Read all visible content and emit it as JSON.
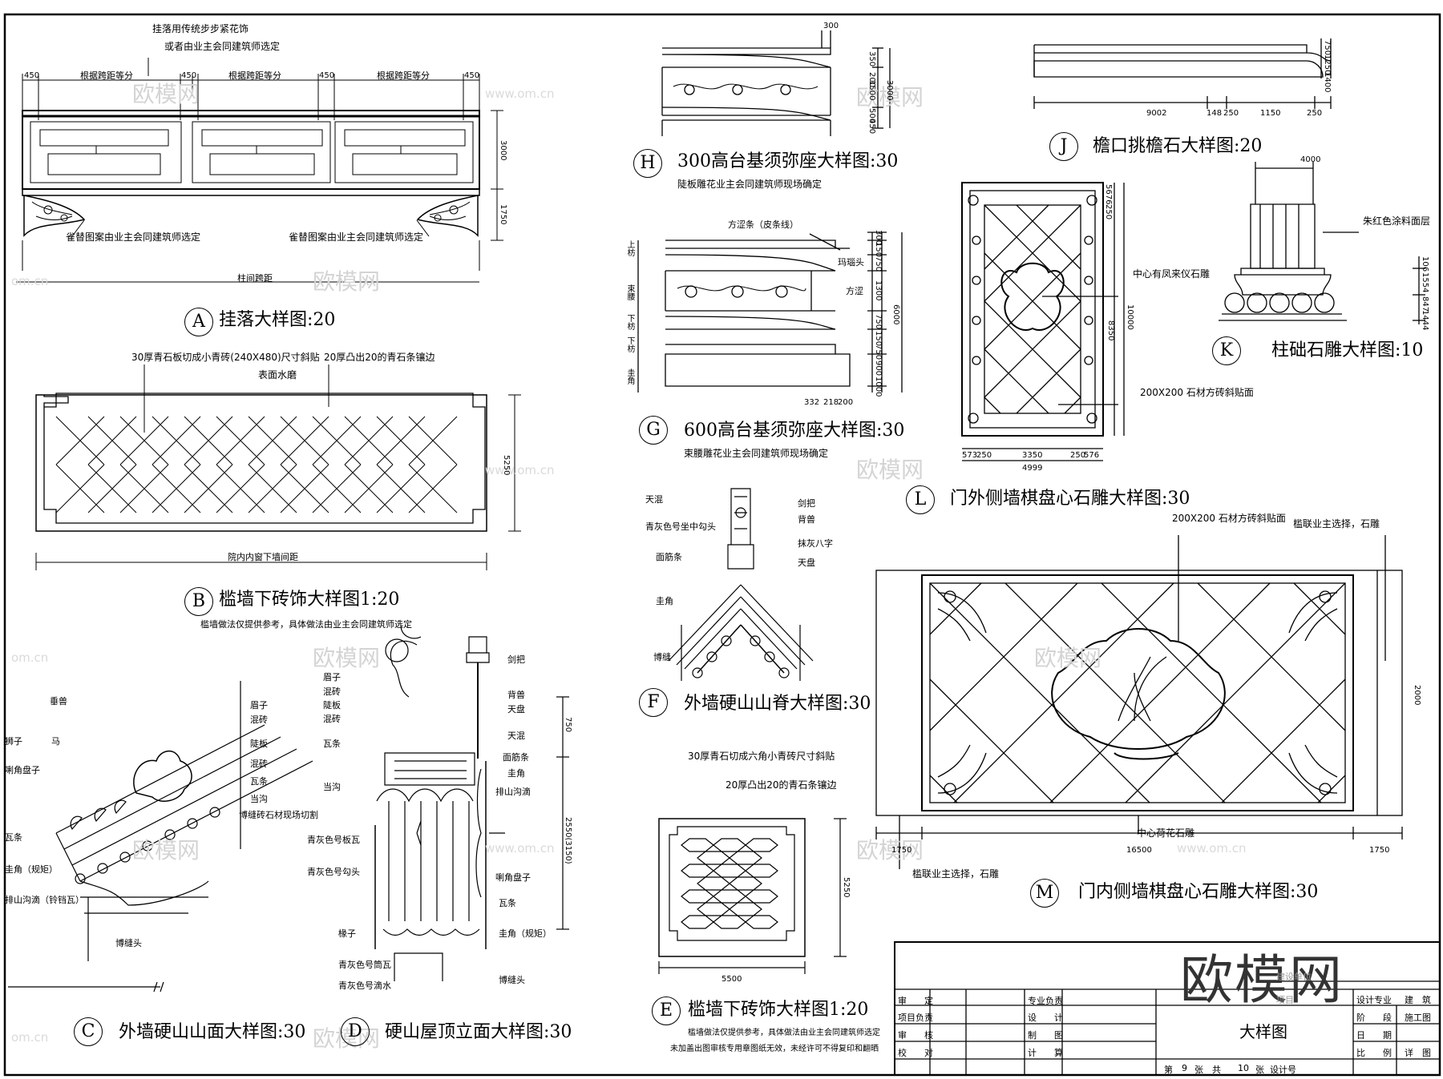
{
  "watermarks": {
    "brand": "欧模网",
    "url": "www.om.cn",
    "url2": "om.cn",
    "stamp": "欧模网"
  },
  "A": {
    "letter": "A",
    "title": "挂落大样图:20",
    "note1": "挂落用传统步步紧花饰",
    "note2": "或者由业主会同建筑师选定",
    "d450": "450",
    "spacing": "根据跨距等分",
    "d3000": "3000",
    "d1750": "1750",
    "queti": "雀替图案由业主会同建筑师选定",
    "span": "柱间跨距"
  },
  "B": {
    "letter": "B",
    "title": "槛墙下砖饰大样图1:20",
    "note1": "30厚青石板切成小青砖(240X480)尺寸斜贴",
    "note2": "表面水磨",
    "note3": "20厚凸出20的青石条镶边",
    "d5250": "5250",
    "width": "院内内窗下墙间距",
    "remark": "槛墙做法仅提供参考，具体做法由业主会同建筑师选定"
  },
  "C": {
    "letter": "C",
    "title": "外墙硬山山面大样图:30",
    "labels": [
      "垂兽",
      "狮子",
      "马",
      "唎角盘子",
      "瓦条",
      "圭角（规矩）",
      "排山沟滴（铃铛瓦）",
      "博缝头"
    ],
    "right": [
      "眉子",
      "混砖",
      "陡板",
      "混砖",
      "瓦条",
      "当沟",
      "博缝砖石材现场切割"
    ]
  },
  "D": {
    "letter": "D",
    "title": "硬山屋顶立面大样图:30",
    "left": [
      "眉子",
      "混砖",
      "陡板",
      "混砖",
      "瓦条",
      "当沟",
      "青灰色号板瓦",
      "青灰色号勾头",
      "椽子",
      "青灰色号筒瓦",
      "青灰色号滴水"
    ],
    "right": [
      "剑把",
      "背兽",
      "天盘",
      "天混",
      "面筋条",
      "圭角",
      "排山沟滴",
      "唎角盘子",
      "瓦条",
      "圭角（规矩）",
      "博缝头"
    ],
    "d750": "750",
    "d2550": "2550(3150)"
  },
  "E": {
    "letter": "E",
    "title": "槛墙下砖饰大样图1:20",
    "note1": "30厚青石切成六角小青砖尺寸斜贴",
    "note2": "20厚凸出20的青石条镶边",
    "d5250": "5250",
    "d5500": "5500",
    "remark": "槛墙做法仅提供参考，具体做法由业主会同建筑师选定"
  },
  "F": {
    "letter": "F",
    "title": "外墙硬山山脊大样图:30",
    "left": [
      "天混",
      "青灰色号坐中勾头",
      "面筋条",
      "圭角",
      "博缝"
    ],
    "right": [
      "剑把",
      "背兽",
      "抹灰八字",
      "天盘"
    ]
  },
  "G": {
    "letter": "G",
    "title": "600高台基须弥座大样图:30",
    "sub": "束腰雕花业主会同建筑师现场确定",
    "labels": [
      "方涩条（皮条线）",
      "玛瑙头",
      "方涩"
    ],
    "left": [
      "上枋",
      "束腰",
      "下枋",
      "下枋",
      "圭角"
    ],
    "dims": [
      "300",
      "150",
      "750",
      "1300",
      "750",
      "150",
      "750",
      "900",
      "1000",
      "6000"
    ],
    "bottom": [
      "332",
      "218",
      "200"
    ]
  },
  "H": {
    "letter": "H",
    "title": "300高台基须弥座大样图:30",
    "sub": "陡板雕花业主会同建筑师现场确定",
    "dims": [
      "300",
      "350",
      "200",
      "1500",
      "500",
      "450",
      "3000"
    ]
  },
  "J": {
    "letter": "J",
    "title": "檐口挑檐石大样图:20",
    "dims": [
      "9002",
      "148",
      "250",
      "1150",
      "250",
      "750",
      "1250",
      "1400"
    ]
  },
  "K": {
    "letter": "K",
    "title": "柱础石雕大样图:10",
    "d4000": "4000",
    "note": "朱红色涂料面层",
    "dims": [
      "106",
      "1554",
      "847",
      "1444"
    ]
  },
  "L": {
    "letter": "L",
    "title": "门外侧墙棋盘心石雕大样图:30",
    "note1": "中心有凤来仪石雕",
    "note2": "200X200 石材方砖斜贴面",
    "top": [
      "5676",
      "250"
    ],
    "v": [
      "8350",
      "10000"
    ],
    "bottom": [
      "573",
      "250",
      "3350",
      "250",
      "576"
    ],
    "total": "4999"
  },
  "M": {
    "letter": "M",
    "title": "门内侧墙棋盘心石雕大样图:30",
    "note1": "200X200 石材方砖斜贴面",
    "note2": "槛联业主选择，石雕",
    "note3": "中心荷花石雕",
    "note4": "槛联业主选择，石雕",
    "d1750": "1750",
    "d16500": "16500",
    "d1750b": "1750",
    "d2000": "2000"
  },
  "titleblock": {
    "rows_left": [
      "审　　定",
      "项目负责",
      "审　　核",
      "校　　对"
    ],
    "rows_mid": [
      "专业负责",
      "设　　计",
      "制　　图",
      "计　　算"
    ],
    "drawing": "大样图",
    "unit": "建设单位",
    "project": "项目",
    "sheet_prefix": "第",
    "sheet_no": "9",
    "sheet_mid": "张　共",
    "sheet_total": "10",
    "sheet_suffix": "张",
    "design_no": "设计号",
    "right_labels": [
      "设计专业",
      "阶　　段",
      "日　　期",
      "比　　例"
    ],
    "right_values": [
      "建　筑",
      "施工图",
      "",
      "详　图"
    ],
    "footer": "未加盖出图审核专用章图纸无效，未经许可不得复印和翻晒"
  }
}
